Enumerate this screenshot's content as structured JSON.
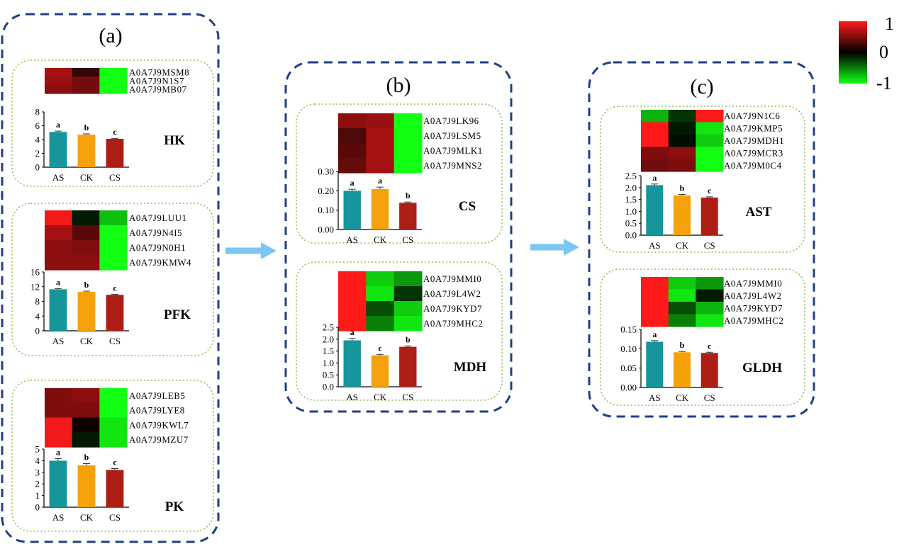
{
  "colorscale": {
    "ticks": [
      "1",
      "0",
      "-1"
    ],
    "colors": [
      "#ff1a1a",
      "#000000",
      "#13ff13"
    ]
  },
  "panels": [
    {
      "label": "(a)"
    },
    {
      "label": "(b)"
    },
    {
      "label": "(c)"
    }
  ],
  "chart_data": [
    {
      "type": "bar",
      "panel": "(a)",
      "title": "HK",
      "categories": [
        "AS",
        "CK",
        "CS"
      ],
      "values": [
        5.1,
        4.7,
        4.1
      ],
      "errors": [
        0.12,
        0.12,
        0.08
      ],
      "letters": [
        "a",
        "b",
        "c"
      ],
      "ylim": [
        0,
        8
      ],
      "yticks": [
        "0",
        "2",
        "4",
        "6",
        "8"
      ],
      "heatmap": {
        "genes": [
          "A0A7J9MSM8",
          "A0A7J9N1S7",
          "A0A7J9MB07"
        ],
        "values": [
          [
            0.65,
            0.2,
            -1
          ],
          [
            0.6,
            0.45,
            -1
          ],
          [
            0.55,
            0.45,
            -1
          ]
        ]
      }
    },
    {
      "type": "bar",
      "panel": "(a)",
      "title": "PFK",
      "categories": [
        "AS",
        "CK",
        "CS"
      ],
      "values": [
        11.3,
        10.6,
        9.8
      ],
      "errors": [
        0.2,
        0.2,
        0.15
      ],
      "letters": [
        "a",
        "b",
        "c"
      ],
      "ylim": [
        0,
        16
      ],
      "yticks": [
        "0",
        "4",
        "8",
        "12",
        "16"
      ],
      "heatmap": {
        "genes": [
          "A0A7J9LUU1",
          "A0A7J9N4I5",
          "A0A7J9N0H1",
          "A0A7J9KMW4"
        ],
        "values": [
          [
            0.95,
            -0.1,
            -0.75
          ],
          [
            0.65,
            0.35,
            -1
          ],
          [
            0.55,
            0.5,
            -1
          ],
          [
            0.55,
            0.55,
            -1
          ]
        ]
      }
    },
    {
      "type": "bar",
      "panel": "(a)",
      "title": "PK",
      "categories": [
        "AS",
        "CK",
        "CS"
      ],
      "values": [
        4.0,
        3.6,
        3.2
      ],
      "errors": [
        0.18,
        0.15,
        0.12
      ],
      "letters": [
        "a",
        "b",
        "c"
      ],
      "ylim": [
        0,
        5
      ],
      "yticks": [
        "0",
        "1",
        "2",
        "3",
        "4",
        "5"
      ],
      "heatmap": {
        "genes": [
          "A0A7J9LEB5",
          "A0A7J9LYE8",
          "A0A7J9KWL7",
          "A0A7J9MZU7"
        ],
        "values": [
          [
            0.5,
            0.55,
            -1
          ],
          [
            0.5,
            0.5,
            -1
          ],
          [
            0.95,
            0.05,
            -0.9
          ],
          [
            0.95,
            -0.1,
            -0.9
          ]
        ]
      }
    },
    {
      "type": "bar",
      "panel": "(b)",
      "title": "CS",
      "categories": [
        "AS",
        "CK",
        "CS"
      ],
      "values": [
        0.2,
        0.209,
        0.138
      ],
      "errors": [
        0.008,
        0.01,
        0.004
      ],
      "letters": [
        "a",
        "a",
        "b"
      ],
      "ylim": [
        0,
        0.3
      ],
      "yticks": [
        "0.00",
        "0.10",
        "0.20",
        "0.30"
      ],
      "heatmap": {
        "genes": [
          "A0A7J9LK96",
          "A0A7J9LSM5",
          "A0A7J9MLK1",
          "A0A7J9MNS2"
        ],
        "values": [
          [
            0.55,
            0.6,
            -1
          ],
          [
            0.3,
            0.65,
            -1
          ],
          [
            0.35,
            0.65,
            -1
          ],
          [
            0.4,
            0.65,
            -1
          ]
        ]
      }
    },
    {
      "type": "bar",
      "panel": "(b)",
      "title": "MDH",
      "categories": [
        "AS",
        "CK",
        "CS"
      ],
      "values": [
        1.95,
        1.32,
        1.68
      ],
      "errors": [
        0.08,
        0.04,
        0.03
      ],
      "letters": [
        "a",
        "c",
        "b"
      ],
      "ylim": [
        0,
        2.5
      ],
      "yticks": [
        "0.0",
        "0.5",
        "1.0",
        "1.5",
        "2.0",
        "2.5"
      ],
      "heatmap": {
        "genes": [
          "A0A7J9MMI0",
          "A0A7J9L4W2",
          "A0A7J9KYD7",
          "A0A7J9MHC2"
        ],
        "values": [
          [
            1,
            -0.8,
            -0.6
          ],
          [
            1,
            -0.9,
            -0.2
          ],
          [
            1,
            -0.3,
            -0.8
          ],
          [
            1,
            -0.5,
            -0.9
          ]
        ]
      }
    },
    {
      "type": "bar",
      "panel": "(c)",
      "title": "AST",
      "categories": [
        "AS",
        "CK",
        "CS"
      ],
      "values": [
        2.1,
        1.67,
        1.58
      ],
      "errors": [
        0.05,
        0.04,
        0.03
      ],
      "letters": [
        "a",
        "b",
        "c"
      ],
      "ylim": [
        0,
        2.5
      ],
      "yticks": [
        "0.0",
        "0.5",
        "1.0",
        "1.5",
        "2.0",
        "2.5"
      ],
      "heatmap": {
        "genes": [
          "A0A7J9N1C6",
          "A0A7J9KMP5",
          "A0A7J9MDH1",
          "A0A7J9MCR3",
          "A0A7J9M0C4"
        ],
        "values": [
          [
            -0.7,
            -0.2,
            1
          ],
          [
            1,
            -0.1,
            -0.9
          ],
          [
            1,
            -0.05,
            -0.8
          ],
          [
            0.5,
            0.55,
            -1
          ],
          [
            0.45,
            0.5,
            -1
          ]
        ]
      }
    },
    {
      "type": "bar",
      "panel": "(c)",
      "title": "GLDH",
      "categories": [
        "AS",
        "CK",
        "CS"
      ],
      "values": [
        0.118,
        0.091,
        0.089
      ],
      "errors": [
        0.003,
        0.002,
        0.002
      ],
      "letters": [
        "a",
        "b",
        "c"
      ],
      "ylim": [
        0,
        0.15
      ],
      "yticks": [
        "0.00",
        "0.05",
        "0.10",
        "0.15"
      ],
      "heatmap": {
        "genes": [
          "A0A7J9MMI0",
          "A0A7J9L4W2",
          "A0A7J9KYD7",
          "A0A7J9MHC2"
        ],
        "values": [
          [
            1,
            -0.8,
            -0.6
          ],
          [
            1,
            -0.9,
            -0.1
          ],
          [
            1,
            -0.3,
            -0.7
          ],
          [
            1,
            -0.5,
            -0.9
          ]
        ]
      }
    }
  ]
}
